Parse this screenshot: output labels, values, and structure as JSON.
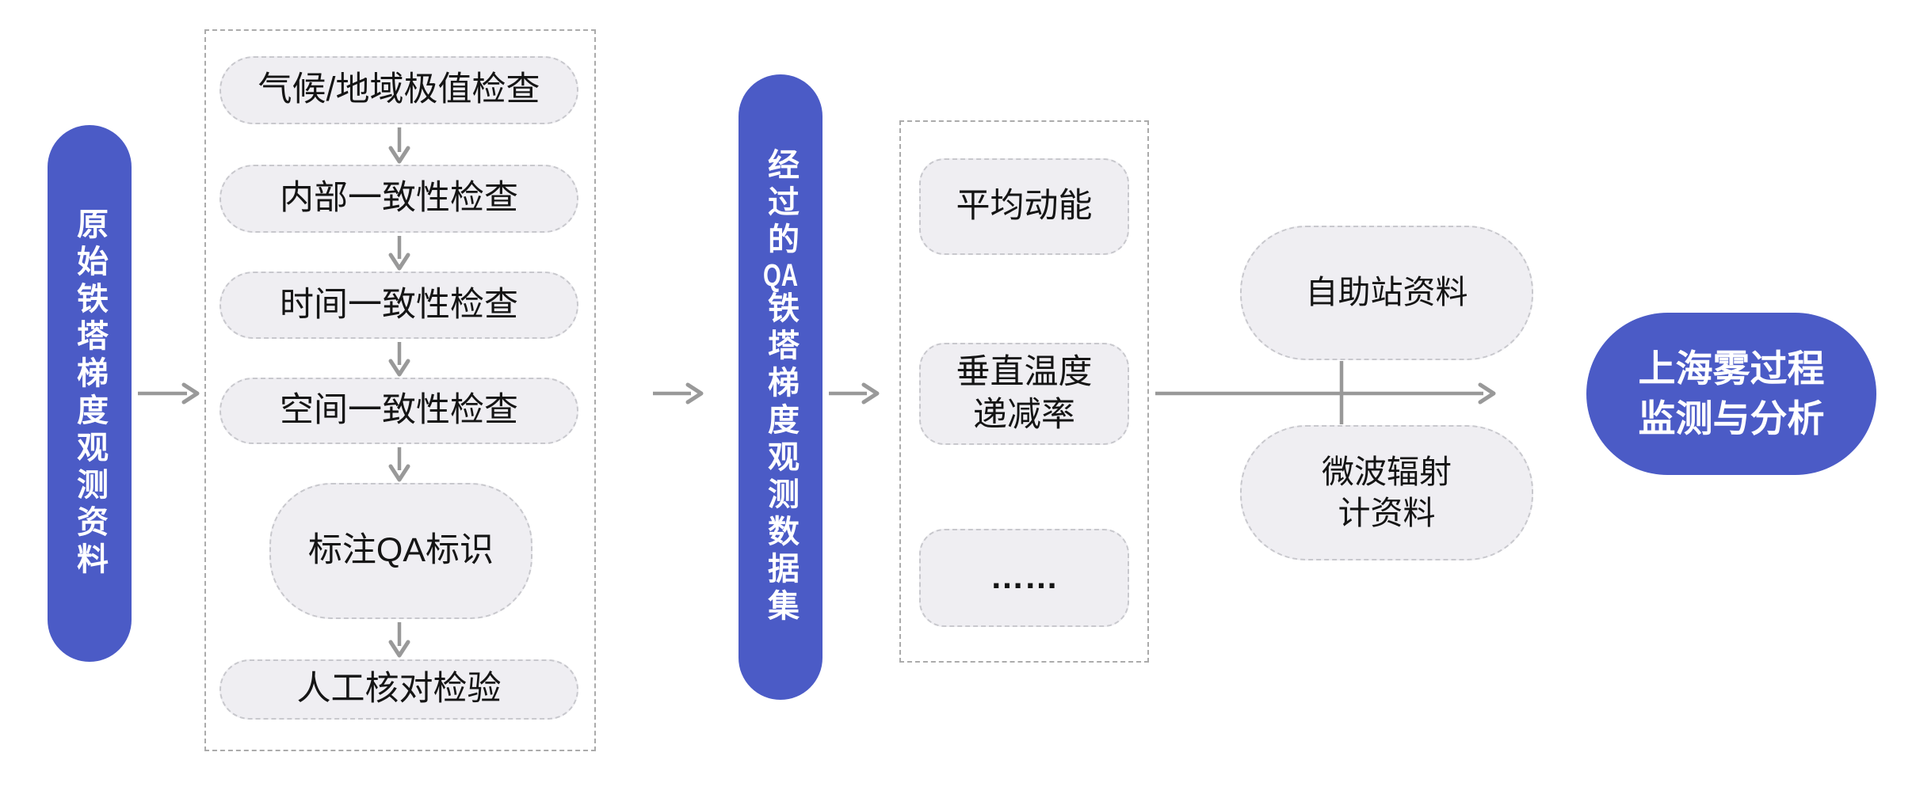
{
  "colors": {
    "accent_blue": "#4b5bc6",
    "node_fill": "#efeef2",
    "arrow_gray": "#999999",
    "dashed_border": "#ababab"
  },
  "source_pill": {
    "label": "原始铁塔梯度观测资料"
  },
  "qc_pipeline": {
    "steps": [
      {
        "label": "气候/地域极值检查"
      },
      {
        "label": "内部一致性检查"
      },
      {
        "label": "时间一致性检查"
      },
      {
        "label": "空间一致性检查"
      },
      {
        "label": "标注QA标识"
      },
      {
        "label": "人工核对检验"
      }
    ]
  },
  "qa_dataset_pill": {
    "label": "经过的QA铁塔梯度观测数据集"
  },
  "derived_products": {
    "items": [
      {
        "label": "平均动能"
      },
      {
        "label": "垂直温度\n递减率"
      },
      {
        "label": "……"
      }
    ]
  },
  "aux_data": {
    "items": [
      {
        "label": "自助站资料"
      },
      {
        "label": "微波辐射\n计资料"
      }
    ]
  },
  "output": {
    "label": "上海雾过程\n监测与分析"
  }
}
